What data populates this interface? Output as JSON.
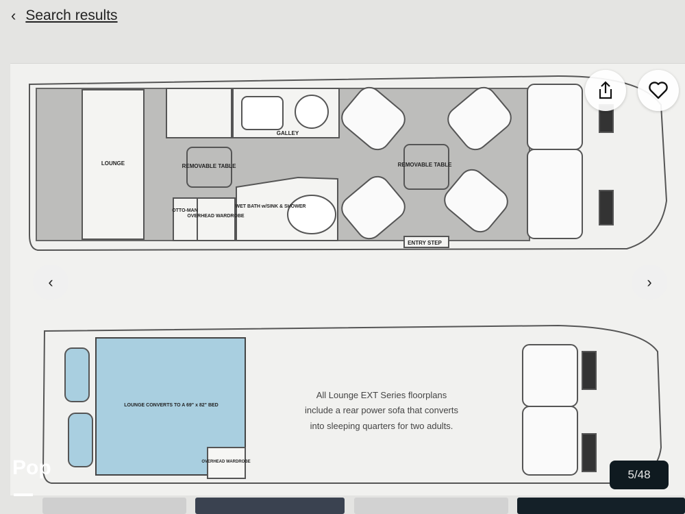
{
  "nav": {
    "back_label": "Search results",
    "back_icon": "chevron-left-icon"
  },
  "actions": {
    "share_icon": "share-icon",
    "favorite_icon": "heart-icon"
  },
  "gallery": {
    "counter": "5/48",
    "prev_icon": "chevron-left-icon",
    "next_icon": "chevron-right-icon"
  },
  "floorplan": {
    "labels": {
      "lounge": "LOUNGE",
      "removable_table_1": "REMOVABLE TABLE",
      "removable_table_2": "REMOVABLE TABLE",
      "galley": "GALLEY",
      "ottoman": "OTTO-MAN",
      "overhead_wardrobe_1": "OVERHEAD WARDROBE",
      "wet_bath": "WET BATH w/SINK & SHOWER",
      "entry_step": "ENTRY STEP",
      "lounge_converts": "LOUNGE CONVERTS TO A 69\" x 82\" BED",
      "overhead_wardrobe_2": "OVERHEAD WARDROBE"
    },
    "caption": [
      "All Lounge EXT Series floorplans",
      "include a rear power sofa that converts",
      "into sleeping quarters for two adults."
    ]
  },
  "branding": {
    "logo_text": "Pop"
  },
  "colors": {
    "bed_blue": "#a9cfe0",
    "floor_gray": "#b9b9b7",
    "counter_bg": "#0f1a20"
  }
}
